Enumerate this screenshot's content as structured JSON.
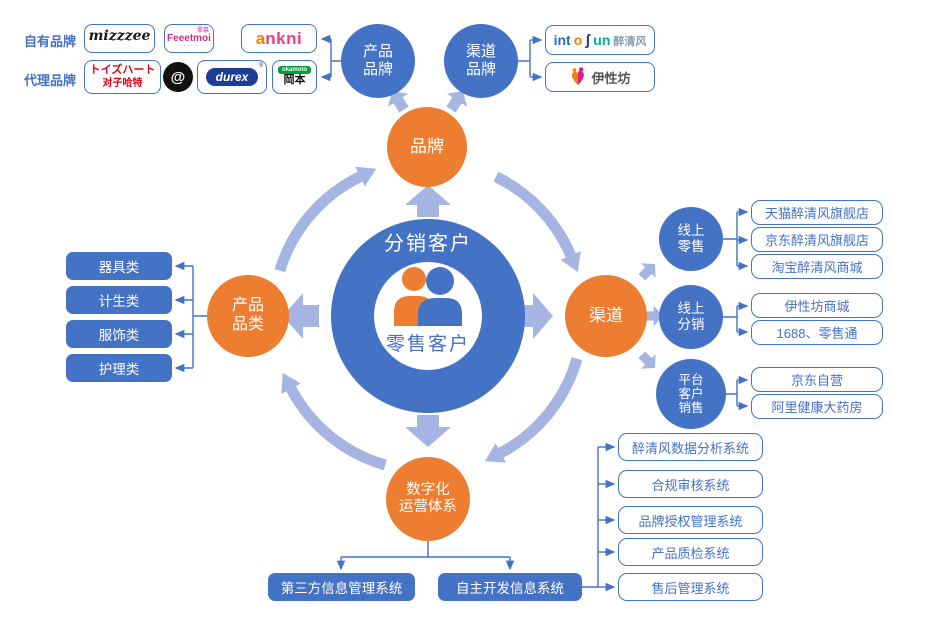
{
  "colors": {
    "orange": "#ED7D31",
    "blue": "#4472C4",
    "arrow_light": "#A6B4E2",
    "connector_blue": "#4472C4"
  },
  "legend": {
    "own_brands_label": "自有品牌",
    "agency_brands_label": "代理品牌"
  },
  "logos": {
    "mizzzee": {
      "text": "mizzzee",
      "caption": "·······"
    },
    "feeetmoi": {
      "sup": "霏慕",
      "text": "Feeetmoi",
      "caption": "·····"
    },
    "ankni": {
      "first": "a",
      "rest": "nkni"
    },
    "toysheart": {
      "jp": "トイズハート",
      "cn": "对子哈特"
    },
    "atone": {
      "glyph": "@"
    },
    "durex": {
      "text": "durex",
      "reg": "®"
    },
    "okamoto": {
      "en": "okamoto",
      "cn": "岡本"
    },
    "intosun": {
      "p1": "int",
      "p2": "o",
      "p3": "ʃ",
      "p4": "un",
      "cn": "醉清风"
    },
    "yixingfang": {
      "text": "伊性坊"
    }
  },
  "nodes": {
    "brand": "品牌",
    "product_brand": [
      "产品",
      "品牌"
    ],
    "channel_brand": [
      "渠道",
      "品牌"
    ],
    "product_category": [
      "产品",
      "品类"
    ],
    "channel": "渠道",
    "digital_ops": [
      "数字化",
      "运营体系"
    ],
    "online_retail": [
      "线上",
      "零售"
    ],
    "online_distribution": [
      "线上",
      "分销"
    ],
    "platform_customer_sales": [
      "平台",
      "客户",
      "销售"
    ]
  },
  "center": {
    "distribution_customers": "分销客户",
    "retail_customers": "零售客户"
  },
  "product_categories": [
    "器具类",
    "计生类",
    "服饰类",
    "护理类"
  ],
  "online_retail_channels": [
    "天猫醉清风旗舰店",
    "京东醉清风旗舰店",
    "淘宝醉清风商城"
  ],
  "online_distribution_channels": [
    "伊性坊商城",
    "1688、零售通"
  ],
  "platform_sales_channels": [
    "京东自营",
    "阿里健康大药房"
  ],
  "it_systems": {
    "third_party": "第三方信息管理系统",
    "self_developed": "自主开发信息系统"
  },
  "self_developed_systems": [
    "醉清风数据分析系统",
    "合规审核系统",
    "品牌授权管理系统",
    "产品质检系统",
    "售后管理系统"
  ]
}
